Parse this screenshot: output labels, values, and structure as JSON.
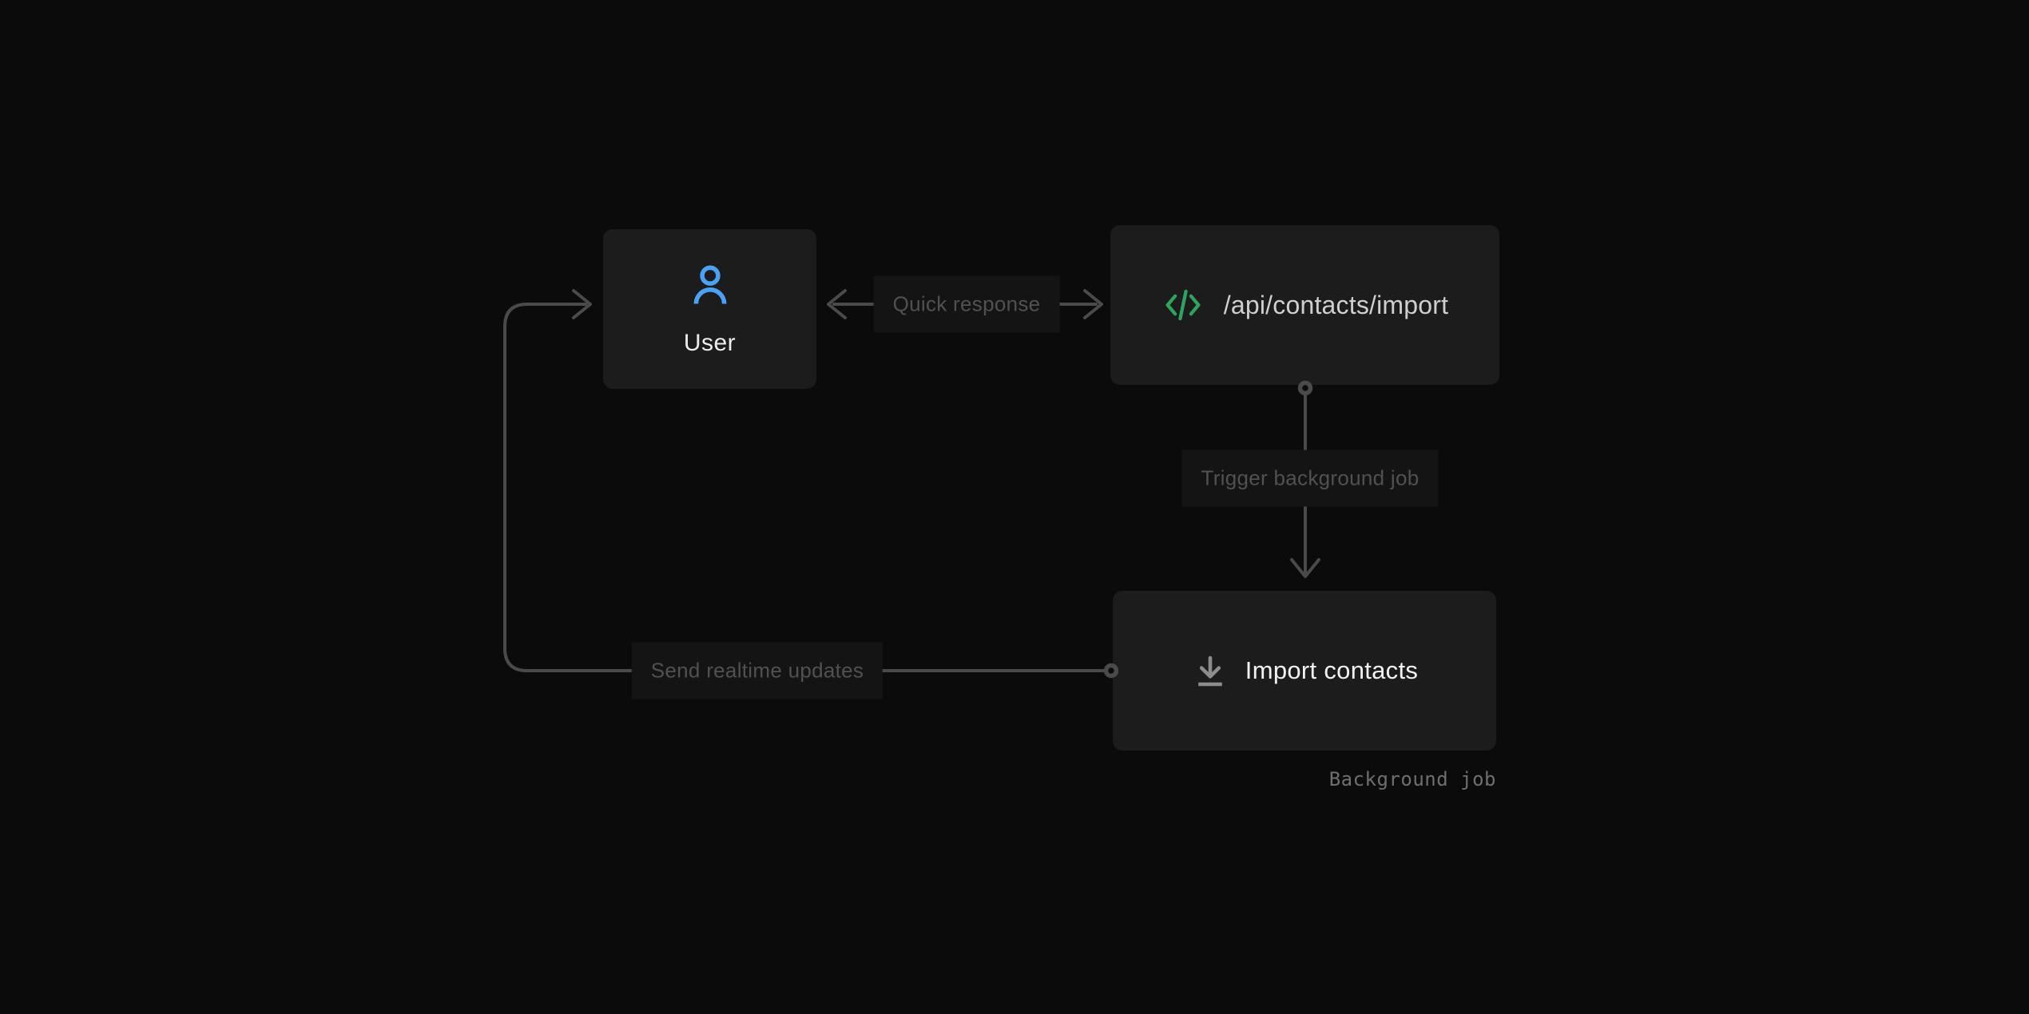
{
  "diagram": {
    "title_hint": "async contact import flow",
    "nodes": [
      {
        "id": "user",
        "label": "User",
        "icon": "user-icon",
        "icon_color": "#4BA1F3"
      },
      {
        "id": "api",
        "label": "/api/contacts/import",
        "icon": "code-icon",
        "icon_color": "#2FA45F"
      },
      {
        "id": "import_job",
        "label": "Import contacts",
        "icon": "download-icon",
        "icon_color": "#8C8C8C"
      }
    ],
    "edges": [
      {
        "id": "quick_response",
        "label": "Quick response",
        "from": "api",
        "to": "user",
        "style": "double-arrow"
      },
      {
        "id": "trigger",
        "label": "Trigger background job",
        "from": "api",
        "to": "import_job",
        "style": "arrow-down"
      },
      {
        "id": "realtime",
        "label": "Send realtime updates",
        "from": "import_job",
        "to": "user",
        "style": "loop-arrow"
      }
    ],
    "caption": "Background job",
    "colors": {
      "background": "#0b0b0b",
      "node_background": "#1c1c1c",
      "edge_label_background": "#141414",
      "connector": "#4a4a4a",
      "edge_label_text": "#515151",
      "user_node_text": "#ededed",
      "api_node_text": "#cfcfcf",
      "import_node_text": "#f2f2f2",
      "caption_text": "#6f6f6f",
      "user_icon": "#4BA1F3",
      "code_icon": "#2FA45F",
      "download_icon": "#8C8C8C"
    }
  }
}
